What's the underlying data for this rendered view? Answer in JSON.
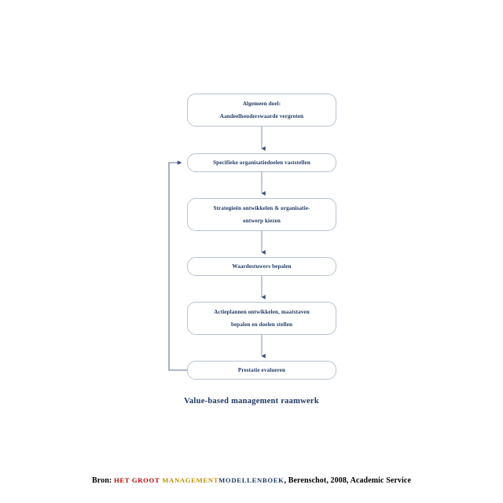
{
  "page": {
    "background_color": "#ffffff",
    "accent_color": "#1f3864",
    "box_border_color": "#b9c2d0"
  },
  "flowchart": {
    "caption": "Value-based management raamwerk",
    "nodes": [
      {
        "id": "algemeen-doel",
        "lines": [
          "Algemeen doel:",
          "Aandeelhouderswaarde vergroten"
        ]
      },
      {
        "id": "specifieke-organisatiedoelen",
        "lines": [
          "Specifieke organisatiedoelen vaststellen"
        ]
      },
      {
        "id": "strategieen-ontwikkelen",
        "lines": [
          "Strategieën ontwikkelen & organisatie-",
          "ontwerp kiezen"
        ]
      },
      {
        "id": "waardestuwers-bepalen",
        "lines": [
          "Waardestuwers bepalen"
        ]
      },
      {
        "id": "actieplannen-ontwikkelen",
        "lines": [
          "Actieplannen ontwikkelen, maatstaven",
          "bepalen en doelen stellen"
        ]
      },
      {
        "id": "prestatie-evalueren",
        "lines": [
          "Prestatie evalueren"
        ]
      }
    ]
  },
  "source": {
    "prefix": "Bron:",
    "title_red": "HET GROOT",
    "title_gold": "MANAGEMENT",
    "title_navy": "MODELLENBOEK",
    "tail": ", Berenschot, 2008, Academic Service",
    "colors": {
      "red": "#c00000",
      "gold": "#bf9000",
      "navy": "#1f3864",
      "black": "#000000"
    }
  }
}
